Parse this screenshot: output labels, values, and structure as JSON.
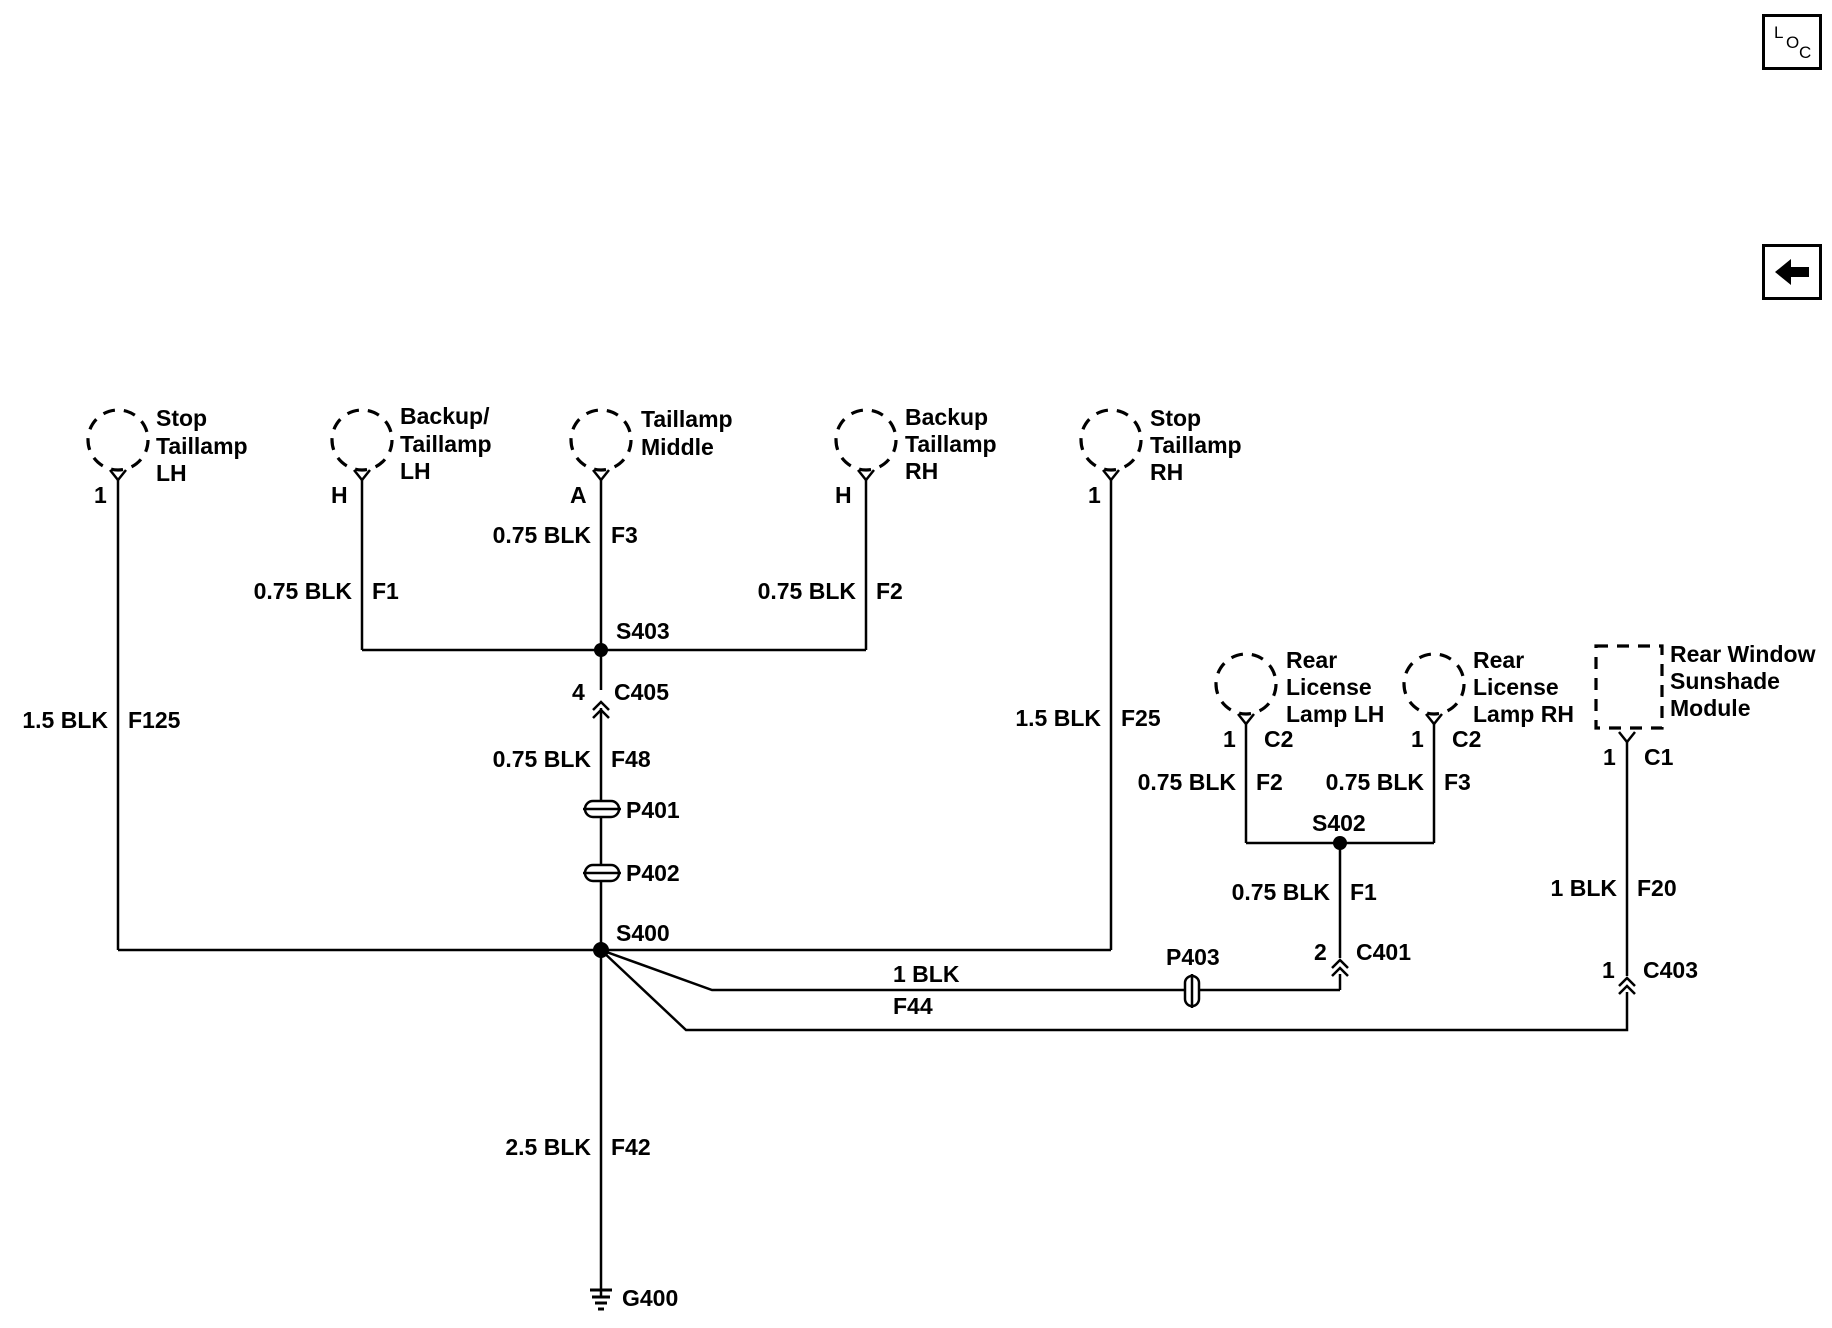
{
  "nav": {
    "loc_button": "LOC",
    "back_icon": "left-arrow-icon"
  },
  "components": {
    "stop_taillamp_lh": {
      "label": [
        "Stop",
        "Taillamp",
        "LH"
      ],
      "pin": "1"
    },
    "backup_taillamp_lh": {
      "label": [
        "Backup/",
        "Taillamp",
        "LH"
      ],
      "pin": "H"
    },
    "taillamp_middle": {
      "label": [
        "Taillamp",
        "Middle"
      ],
      "pin": "A"
    },
    "backup_taillamp_rh": {
      "label": [
        "Backup",
        "Taillamp",
        "RH"
      ],
      "pin": "H"
    },
    "stop_taillamp_rh": {
      "label": [
        "Stop",
        "Taillamp",
        "RH"
      ],
      "pin": "1"
    },
    "rear_license_lamp_lh": {
      "label": [
        "Rear",
        "License",
        "Lamp LH"
      ],
      "pin": "1",
      "connector": "C2"
    },
    "rear_license_lamp_rh": {
      "label": [
        "Rear",
        "License",
        "Lamp RH"
      ],
      "pin": "1",
      "connector": "C2"
    },
    "rear_window_sunshade_module": {
      "label": [
        "Rear Window",
        "Sunshade",
        "Module"
      ],
      "pin": "1",
      "connector": "C1"
    }
  },
  "wires": {
    "f125": {
      "gauge": "1.5 BLK",
      "circuit": "F125"
    },
    "f1_left": {
      "gauge": "0.75 BLK",
      "circuit": "F1"
    },
    "f3_mid": {
      "gauge": "0.75 BLK",
      "circuit": "F3"
    },
    "f2_right": {
      "gauge": "0.75 BLK",
      "circuit": "F2"
    },
    "f25": {
      "gauge": "1.5 BLK",
      "circuit": "F25"
    },
    "f48": {
      "gauge": "0.75 BLK",
      "circuit": "F48"
    },
    "f42": {
      "gauge": "2.5 BLK",
      "circuit": "F42"
    },
    "f44": {
      "gauge": "1 BLK",
      "circuit": "F44"
    },
    "lic_f2": {
      "gauge": "0.75 BLK",
      "circuit": "F2"
    },
    "lic_f3": {
      "gauge": "0.75 BLK",
      "circuit": "F3"
    },
    "lic_f1": {
      "gauge": "0.75 BLK",
      "circuit": "F1"
    },
    "f20": {
      "gauge": "1 BLK",
      "circuit": "F20"
    }
  },
  "splices": {
    "s403": "S403",
    "s400": "S400",
    "s402": "S402"
  },
  "connectors": {
    "c405": {
      "name": "C405",
      "pin": "4"
    },
    "c401": {
      "name": "C401",
      "pin": "2"
    },
    "c403": {
      "name": "C403",
      "pin": "1"
    }
  },
  "pass_throughs": {
    "p401": "P401",
    "p402": "P402",
    "p403": "P403"
  },
  "ground": {
    "g400": "G400"
  }
}
